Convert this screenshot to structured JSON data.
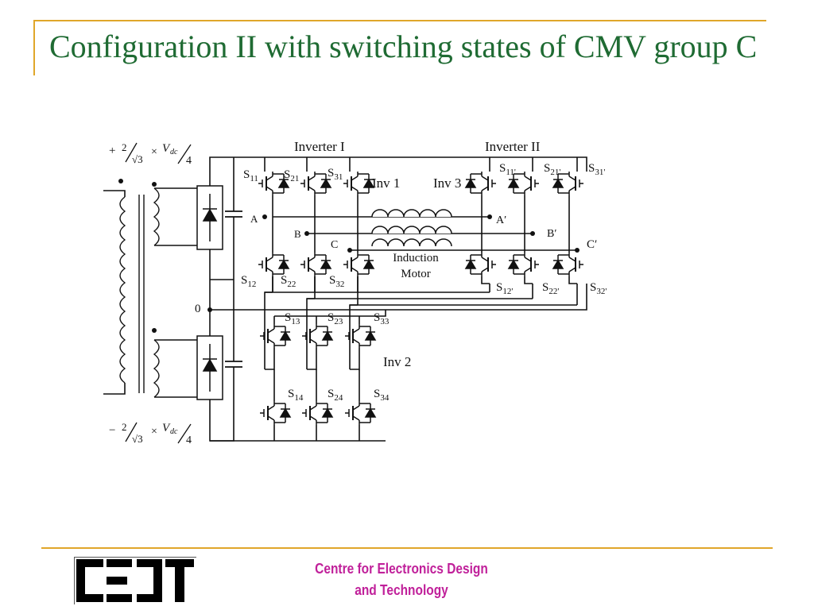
{
  "slide": {
    "title": "Configuration II with switching states of CMV group C"
  },
  "diagram": {
    "inverter_labels": [
      "Inverter I",
      "Inverter II"
    ],
    "inv_labels": [
      "Inv 1",
      "Inv 2",
      "Inv 3"
    ],
    "motor_label_line1": "Induction",
    "motor_label_line2": "Motor",
    "node_labels": [
      "A",
      "B",
      "C",
      "A′",
      "B′",
      "C′",
      "0"
    ],
    "switches_inv1_top": [
      {
        "s": "S",
        "sub": "11"
      },
      {
        "s": "S",
        "sub": "21"
      },
      {
        "s": "S",
        "sub": "31"
      }
    ],
    "switches_inv1_bottom": [
      {
        "s": "S",
        "sub": "12"
      },
      {
        "s": "S",
        "sub": "22"
      },
      {
        "s": "S",
        "sub": "32"
      }
    ],
    "switches_inv2_top": [
      {
        "s": "S",
        "sub": "13"
      },
      {
        "s": "S",
        "sub": "23"
      },
      {
        "s": "S",
        "sub": "33"
      }
    ],
    "switches_inv2_bottom": [
      {
        "s": "S",
        "sub": "14"
      },
      {
        "s": "S",
        "sub": "24"
      },
      {
        "s": "S",
        "sub": "34"
      }
    ],
    "switches_inv3_top": [
      {
        "s": "S",
        "sub": "11'"
      },
      {
        "s": "S",
        "sub": "21'"
      },
      {
        "s": "S",
        "sub": "31'"
      }
    ],
    "switches_inv3_bottom": [
      {
        "s": "S",
        "sub": "12'"
      },
      {
        "s": "S",
        "sub": "22'"
      },
      {
        "s": "S",
        "sub": "32'"
      }
    ],
    "supply_top": {
      "sign": "+",
      "num": "2",
      "root": "√3",
      "times": "×",
      "v": "V",
      "vsub": "dc",
      "den": "4"
    },
    "supply_bottom": {
      "sign": "−",
      "num": "2",
      "root": "√3",
      "times": "×",
      "v": "V",
      "vsub": "dc",
      "den": "4"
    }
  },
  "footer": {
    "logo_text": "CEDT",
    "org_line1": "Centre for Electronics Design",
    "org_line2": "and Technology"
  },
  "colors": {
    "title": "#1f6b33",
    "rule": "#e0a62a",
    "footer_text": "#c0209a",
    "line": "#111111"
  }
}
